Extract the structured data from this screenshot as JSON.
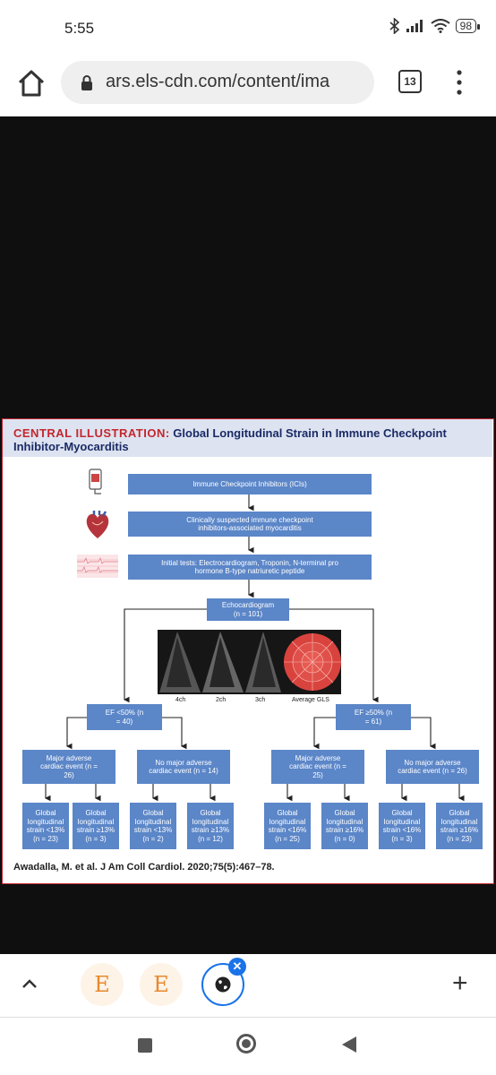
{
  "status": {
    "time": "5:55",
    "battery": "98"
  },
  "browser": {
    "url": "ars.els-cdn.com/content/ima",
    "tab_count": "13"
  },
  "figure": {
    "title_prefix": "CENTRAL ILLUSTRATION:",
    "title_rest": "Global Longitudinal Strain in Immune Checkpoint Inhibitor-Myocarditis",
    "box_ici": "Immune Checkpoint Inhibitors (ICIs)",
    "box_suspected": "Clinically suspected immune checkpoint inhibitors-associated myocarditis",
    "box_initial": "Initial tests: Electrocardiogram, Troponin, N-terminal pro hormone B-type natriuretic peptide",
    "box_echo": "Echocardiogram (n = 101)",
    "echo_labels": [
      "4ch",
      "2ch",
      "3ch",
      "Average GLS"
    ],
    "ef_low": "EF <50% (n = 40)",
    "ef_high": "EF ≥50% (n = 61)",
    "mace_low_yes": "Major adverse cardiac event (n = 26)",
    "mace_low_no": "No major adverse cardiac event (n = 14)",
    "mace_high_yes": "Major adverse cardiac event (n = 25)",
    "mace_high_no": "No major adverse cardiac event (n = 26)",
    "gls": [
      "Global longitudinal strain <13% (n = 23)",
      "Global longitudinal strain ≥13% (n = 3)",
      "Global longitudinal strain <13% (n = 2)",
      "Global longitudinal strain ≥13% (n = 12)",
      "Global longitudinal strain <16% (n = 25)",
      "Global longitudinal strain ≥16% (n = 0)",
      "Global longitudinal strain <16% (n = 3)",
      "Global longitudinal strain ≥16% (n = 23)"
    ],
    "citation": "Awadalla, M. et al. J Am Coll Cardiol. 2020;75(5):467–78."
  },
  "tabs": {
    "tab1_letter": "E",
    "tab2_letter": "E",
    "close_glyph": "✕",
    "new_tab_glyph": "+"
  },
  "colors": {
    "box_blue": "#5b86c8",
    "figure_border": "#c4262e",
    "title_navy": "#1a2a66",
    "active_tab": "#1a73e8"
  }
}
